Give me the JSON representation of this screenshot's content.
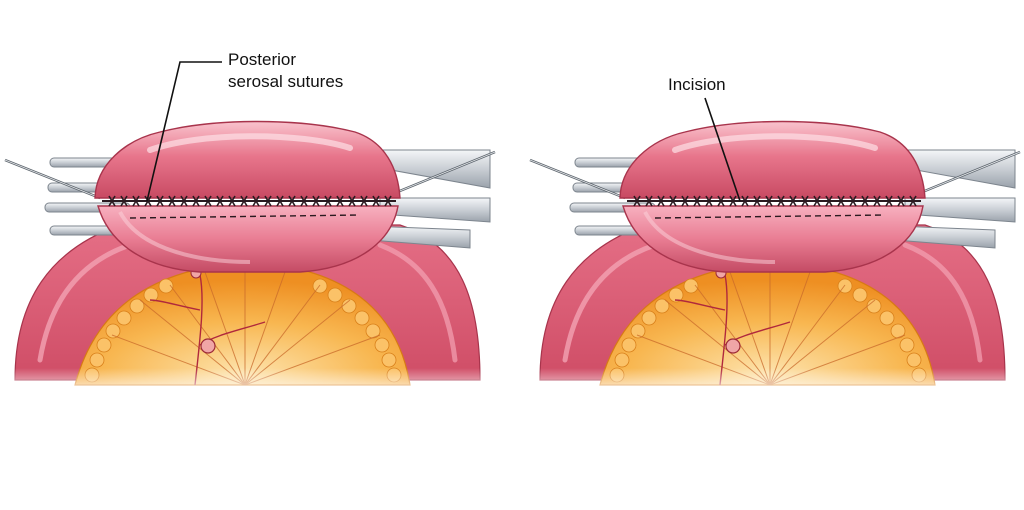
{
  "panels": [
    {
      "label_lines": [
        "Posterior",
        "serosal sutures"
      ]
    },
    {
      "label_lines": [
        "Incision"
      ]
    }
  ],
  "colors": {
    "tissue": "#e0617a",
    "tissue_light": "#f7b8c4",
    "tissue_dark": "#b83a55",
    "mesentery": "#f3a02c",
    "mesentery_light": "#fcd28a",
    "clamp": "#d3d7dc",
    "suture": "#2a1a20"
  }
}
